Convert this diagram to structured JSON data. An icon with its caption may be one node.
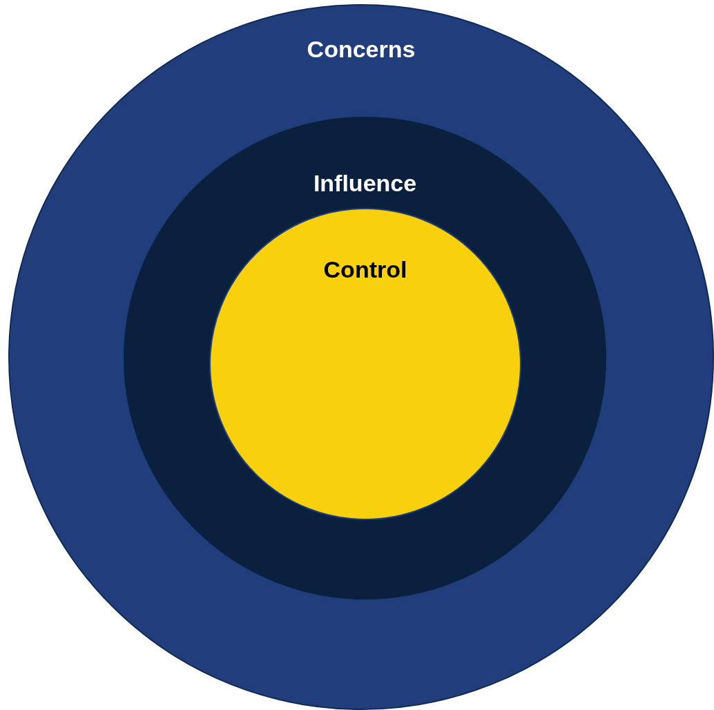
{
  "diagram": {
    "nodes": [
      {
        "text": [
          "Concerns"
        ]
      },
      {
        "text": [
          "Influence"
        ],
        "in": 0
      },
      {
        "text": [
          "Control"
        ],
        "in": 1
      }
    ]
  }
}
